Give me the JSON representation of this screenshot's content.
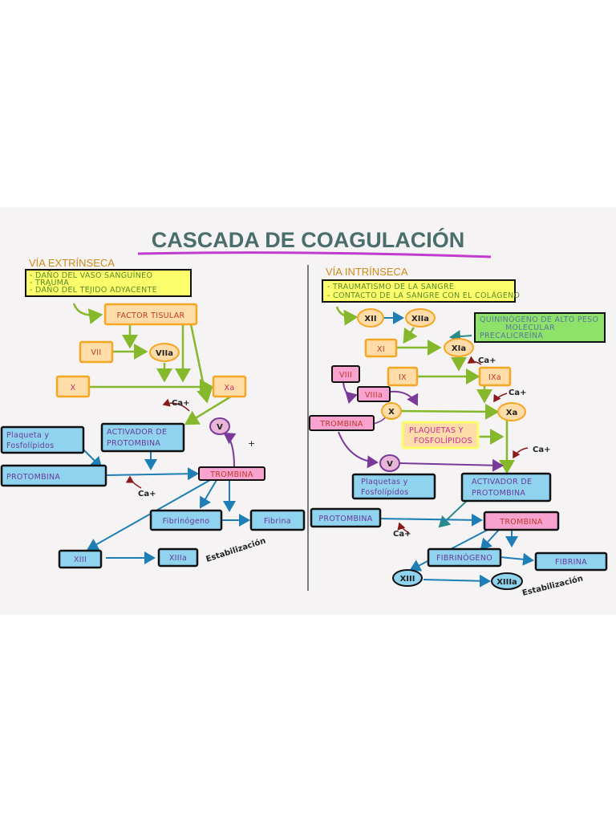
{
  "title": "CASCADA DE COAGULACIÓN",
  "colors": {
    "orange_fill": "#ffdca8",
    "orange_border": "#f5a623",
    "yellow_fill": "#fbfd6a",
    "green_line": "#86b82c",
    "blue_fill": "#8fd3ee",
    "pink_fill": "#f7a2cf",
    "purple_line": "#7a3a9a",
    "blue_line": "#1e7fb6",
    "red_arrow": "#8a1a1a",
    "title_color": "#4a6e6b",
    "title_underline": "#c23bd0"
  },
  "extrinsic": {
    "heading": "VÍA EXTRÍNSECA",
    "causes": [
      "- DAÑO DEL VASO SANGUÍNEO",
      "- TRAUMA",
      "- DAÑO DEL TEJIDO ADYACENTE"
    ],
    "factor_tisular": "FACTOR TISULAR",
    "vii": "VII",
    "viia": "VIIa",
    "x": "X",
    "xa": "Xa",
    "ca1": "Ca+",
    "v": "V",
    "plus": "+",
    "plaqueta": [
      "Plaqueta y",
      "Fosfolípidos"
    ],
    "activador": [
      "ACTIVADOR DE",
      "PROTOMBINA"
    ],
    "protombina": "PROTOMBINA",
    "trombina": "TROMBINA",
    "ca2": "Ca+",
    "fibrinogeno": "Fibrinógeno",
    "fibrina": "Fibrina",
    "xiii": "XIII",
    "xiiia": "XIIIa",
    "estabilizacion": "Estabilización"
  },
  "intrinsic": {
    "heading": "VÍA INTRÍNSECA",
    "causes": [
      "- TRAUMATISMO DE LA SANGRE",
      "- CONTACTO DE LA SANGRE CON EL COLÁGENO"
    ],
    "kininogen": [
      "QUININÓGENO DE ALTO PESO",
      "MOLECULAR",
      "PRECALICREÍNA"
    ],
    "xii": "XII",
    "xiia": "XIIa",
    "xi": "XI",
    "xia": "XIa",
    "ca1": "Ca+",
    "viii": "VIII",
    "ix": "IX",
    "ixa": "IXa",
    "viiia": "VIIIa",
    "ca2": "Ca+",
    "x": "X",
    "xa": "Xa",
    "trombina_small": "TROMBINA",
    "plaquetas": [
      "PLAQUETAS Y",
      "FOSFOLÍPIDOS"
    ],
    "ca3": "Ca+",
    "v": "V",
    "plaquetas2": [
      "Plaquetas y",
      "Fosfolípidos"
    ],
    "activador": [
      "ACTIVADOR DE",
      "PROTOMBINA"
    ],
    "protombina": "PROTOMBINA",
    "trombina": "TROMBINA",
    "ca4": "Ca+",
    "fibrinogeno": "FIBRINÓGENO",
    "fibrina": "FIBRINA",
    "xiii": "XIII",
    "xiiia": "XIIIa",
    "estabilizacion": "Estabilización"
  }
}
